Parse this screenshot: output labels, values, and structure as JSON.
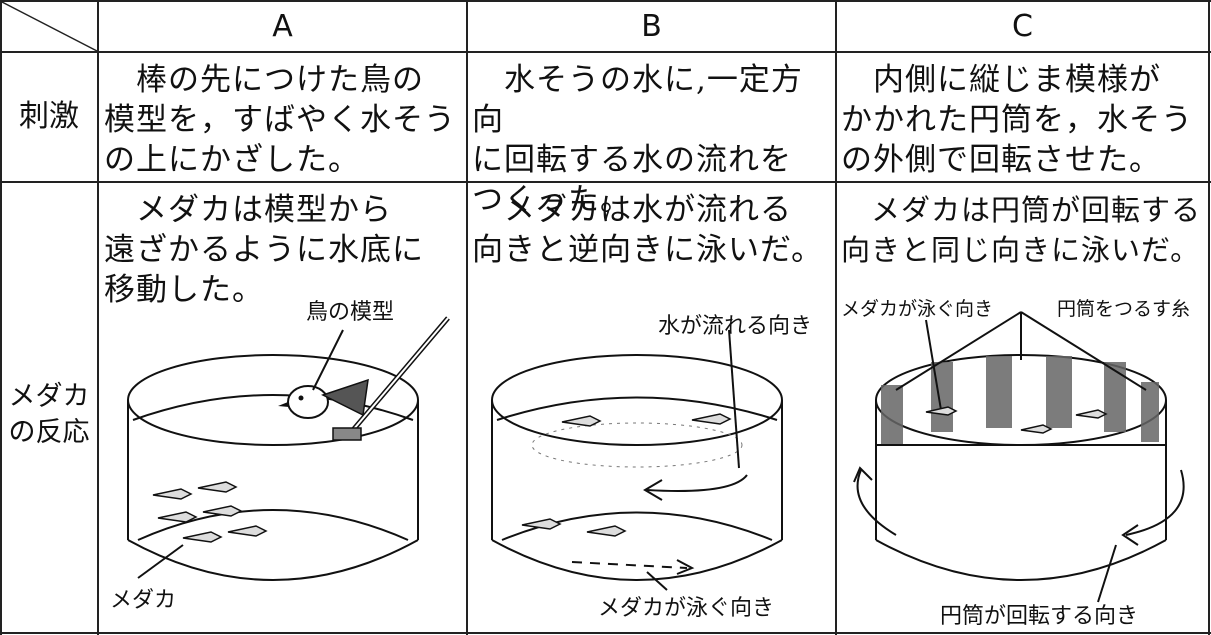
{
  "columns": [
    "A",
    "B",
    "C"
  ],
  "rows": {
    "stimulus_label": "刺激",
    "reaction_label": "メダカ\nの反応"
  },
  "stimulus": {
    "A": "　棒の先につけた鳥の\n模型を，すばやく水そう\nの上にかざした。",
    "B": "　水そうの水に,一定方向\nに回転する水の流れを\nつくった。",
    "C": "　内側に縦じま模様が\nかかれた円筒を，水そう\nの外側で回転させた。"
  },
  "reaction": {
    "A": "　メダカは模型から\n遠ざかるように水底に\n移動した。",
    "B": "　メダカは水が流れる\n向きと逆向きに泳いだ。",
    "C": "　メダカは円筒が回転する\n向きと同じ向きに泳いだ。"
  },
  "figure_labels": {
    "A_bird": "鳥の模型",
    "A_fish": "メダカ",
    "B_flow": "水が流れる向き",
    "B_swim": "メダカが泳ぐ向き",
    "C_swim": "メダカが泳ぐ向き",
    "C_string": "円筒をつるす糸",
    "C_rotation": "円筒が回転する向き"
  }
}
